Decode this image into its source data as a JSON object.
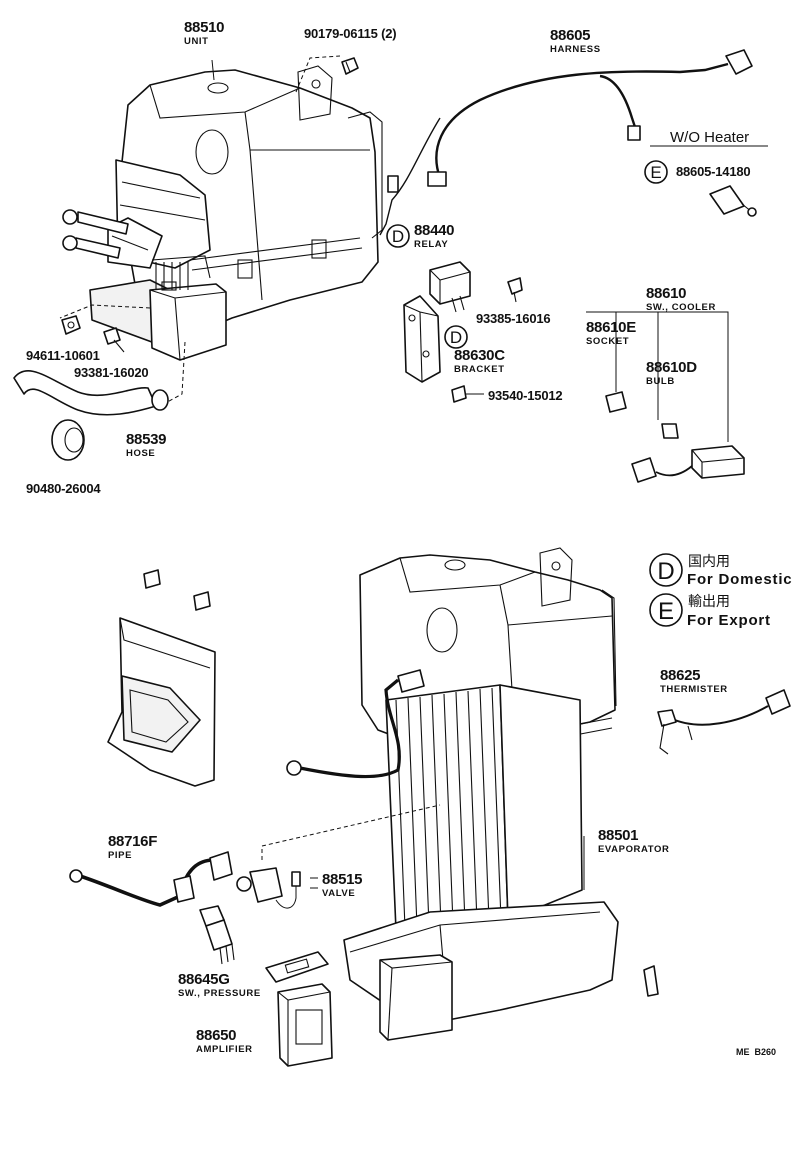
{
  "callouts": [
    {
      "part": "88510",
      "name": "UNIT"
    },
    {
      "part": "90179-06115 (2)",
      "name": ""
    },
    {
      "part": "88605",
      "name": "HARNESS"
    },
    {
      "part": "88605-14180",
      "name": ""
    },
    {
      "part": "88440",
      "name": "RELAY"
    },
    {
      "part": "93385-16016",
      "name": ""
    },
    {
      "part": "88610",
      "name": "SW., COOLER"
    },
    {
      "part": "88610E",
      "name": "SOCKET"
    },
    {
      "part": "88610D",
      "name": "BULB"
    },
    {
      "part": "88630C",
      "name": "BRACKET"
    },
    {
      "part": "93540-15012",
      "name": ""
    },
    {
      "part": "94611-10601",
      "name": ""
    },
    {
      "part": "93381-16020",
      "name": ""
    },
    {
      "part": "88539",
      "name": "HOSE"
    },
    {
      "part": "90480-26004",
      "name": ""
    },
    {
      "part": "88625",
      "name": "THERMISTER"
    },
    {
      "part": "88716F",
      "name": "PIPE"
    },
    {
      "part": "88515",
      "name": "VALVE"
    },
    {
      "part": "88501",
      "name": "EVAPORATOR"
    },
    {
      "part": "88645G",
      "name": "SW., PRESSURE"
    },
    {
      "part": "88650",
      "name": "AMPLIFIER"
    }
  ],
  "variant_note": "W/O Heater",
  "region_markers": {
    "domestic": "D",
    "export": "E"
  },
  "legend": [
    {
      "mark": "D",
      "ja": "国内用",
      "en": "For Domestic"
    },
    {
      "mark": "E",
      "ja": "輸出用",
      "en": "For Export"
    }
  ],
  "diagram_code": "ME  B260"
}
